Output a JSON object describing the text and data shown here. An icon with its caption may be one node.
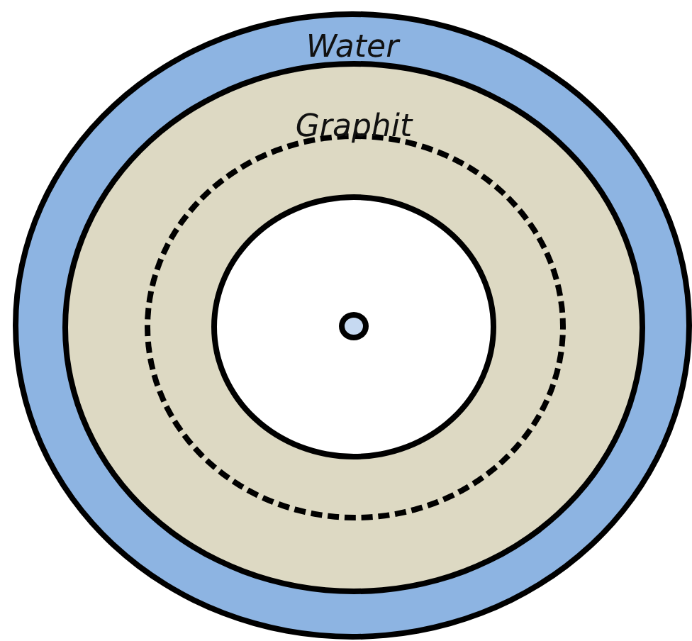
{
  "diagram": {
    "nodes": [
      {
        "text": [
          "Water"
        ]
      },
      {
        "text": [
          "Graphit"
        ],
        "in": 0
      },
      {
        "text": [],
        "shape": "circle",
        "in": 1
      },
      {
        "text": [],
        "shape": "circle",
        "in": 2
      },
      {
        "text": [],
        "shape": "circle",
        "in": 3
      }
    ]
  }
}
